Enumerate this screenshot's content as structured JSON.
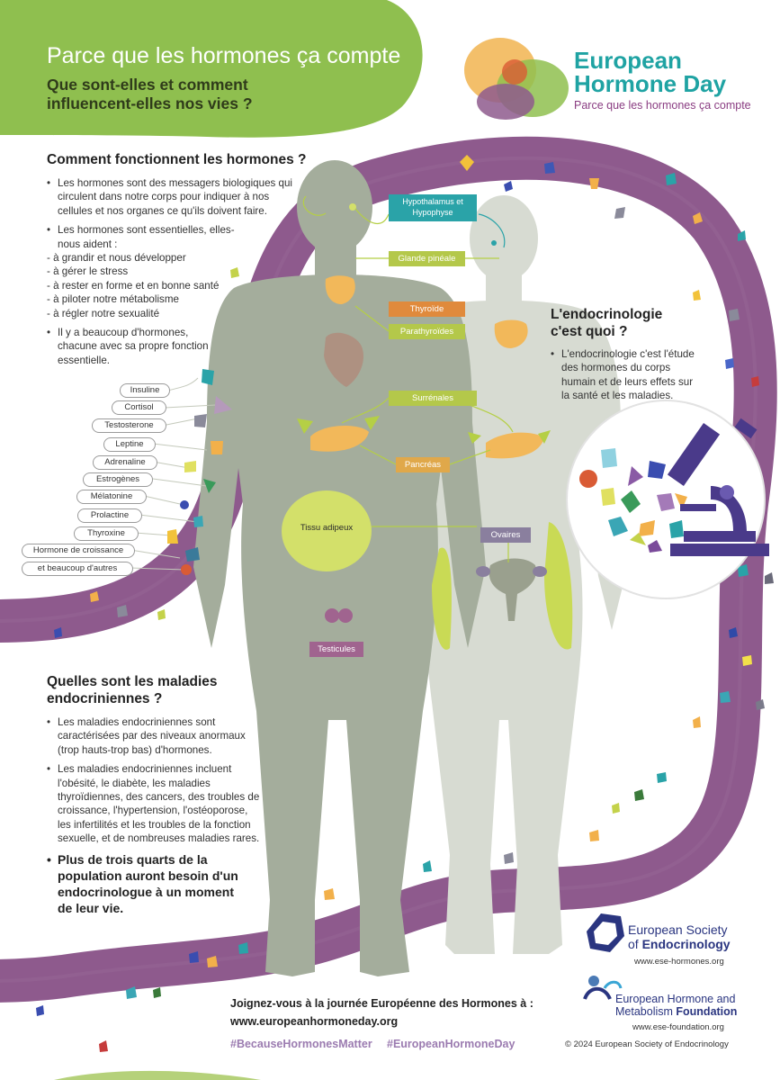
{
  "header": {
    "title": "Parce que les hormones ça compte",
    "subtitle": "Que sont-elles et comment influencent-elles nos vies ?"
  },
  "logo": {
    "line1": "European",
    "line2": "Hormone Day",
    "tagline": "Parce que les hormones ça compte"
  },
  "section_how": {
    "heading": "Comment fonctionnent les hormones ?",
    "bullet1": "Les hormones sont des messagers biologiques qui circulent dans notre corps pour indiquer à nos cellules et nos organes ce qu'ils doivent faire.",
    "bullet2_intro": "Les hormones sont essentielles, elles-nous aident :",
    "items": [
      "- à grandir et nous développer",
      "- à gérer le stress",
      "- à rester en forme et en bonne santé",
      "- à piloter notre métabolisme",
      "- à régler notre sexualité"
    ],
    "bullet3": "Il y a beaucoup d'hormones, chacune avec sa propre fonction essentielle."
  },
  "hormones": [
    "Insuline",
    "Cortisol",
    "Testosterone",
    "Leptine",
    "Adrenaline",
    "Estrogènes",
    "Mélatonine",
    "Prolactine",
    "Thyroxine",
    "Hormone de croissance",
    "et beaucoup d'autres"
  ],
  "organs": {
    "hypothalamus": "Hypothalamus et Hypophyse",
    "pineal": "Glande pinéale",
    "thyroid": "Thyroïde",
    "parathyroid": "Parathyroïdes",
    "adrenals": "Surrénales",
    "pancreas": "Pancréas",
    "adipose": "Tissu adipeux",
    "ovaries": "Ovaires",
    "testicles": "Testicules"
  },
  "section_endo": {
    "heading": "L'endocrinologie c'est quoi ?",
    "bullet": "L'endocrinologie c'est l'étude des hormones du corps humain et de leurs effets sur la santé et les maladies."
  },
  "section_diseases": {
    "heading": "Quelles sont les maladies endocriniennes ?",
    "bullet1": "Les maladies endocriniennes sont caractérisées par des niveaux anormaux (trop hauts-trop bas) d'hormones.",
    "bullet2": "Les maladies endocriniennes incluent l'obésité, le diabète, les maladies thyroïdiennes, des cancers, des troubles de croissance, l'hypertension, l'ostéoporose, les infertilités et les troubles de la fonction sexuelle, et de nombreuses maladies rares.",
    "bullet3": "Plus de trois quarts de la population auront besoin d'un endocrinologue à un moment de leur vie."
  },
  "footer": {
    "cta": "Joignez-vous à la journée Européenne des Hormones à :",
    "url": "www.europeanhormoneday.org",
    "hashtag1": "#BecauseHormonesMatter",
    "hashtag2": "#EuropeanHormoneDay",
    "ese_line1": "European Society",
    "ese_line2a": "of ",
    "ese_line2b": "Endocrinology",
    "ese_url": "www.ese-hormones.org",
    "found_line1": "European Hormone and",
    "found_line2a": "Metabolism ",
    "found_line2b": "Foundation",
    "found_url": "www.ese-foundation.org",
    "copyright": "© 2024 European Society of Endocrinology"
  },
  "colors": {
    "green": "#8fbf4f",
    "purple_band": "#8e5a8d",
    "teal": "#2aa3a8",
    "orange_tag": "#e08a3c",
    "lime_tag": "#b4c84a",
    "ovary_tag": "#8a7f9e",
    "testis_tag": "#a0648f",
    "male_body": "#a4ad9c",
    "female_body": "#d7dbd2",
    "organ_yellow": "#f2b85a",
    "adipose": "#d3e06a"
  }
}
